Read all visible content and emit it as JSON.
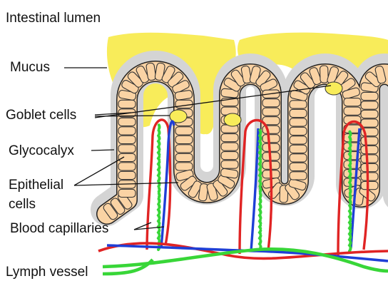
{
  "labels": {
    "intestinal_lumen": "Intestinal lumen",
    "mucus": "Mucus",
    "goblet_cells": "Goblet cells",
    "glycocalyx": "Glycocalyx",
    "epithelial_line1": "Epithelial",
    "epithelial_line2": "cells",
    "blood_capillaries": "Blood capillaries",
    "lymph_vessel": "Lymph vessel"
  },
  "colors": {
    "mucus": "#f8ec5a",
    "glycocalyx": "#d4d4d4",
    "epithelial_cell": "#fad3a4",
    "goblet_cell": "#f8ec5a",
    "arteriole": "#e02424",
    "venule": "#1f3fd6",
    "lymph": "#38d638",
    "leader_line": "#111111"
  }
}
